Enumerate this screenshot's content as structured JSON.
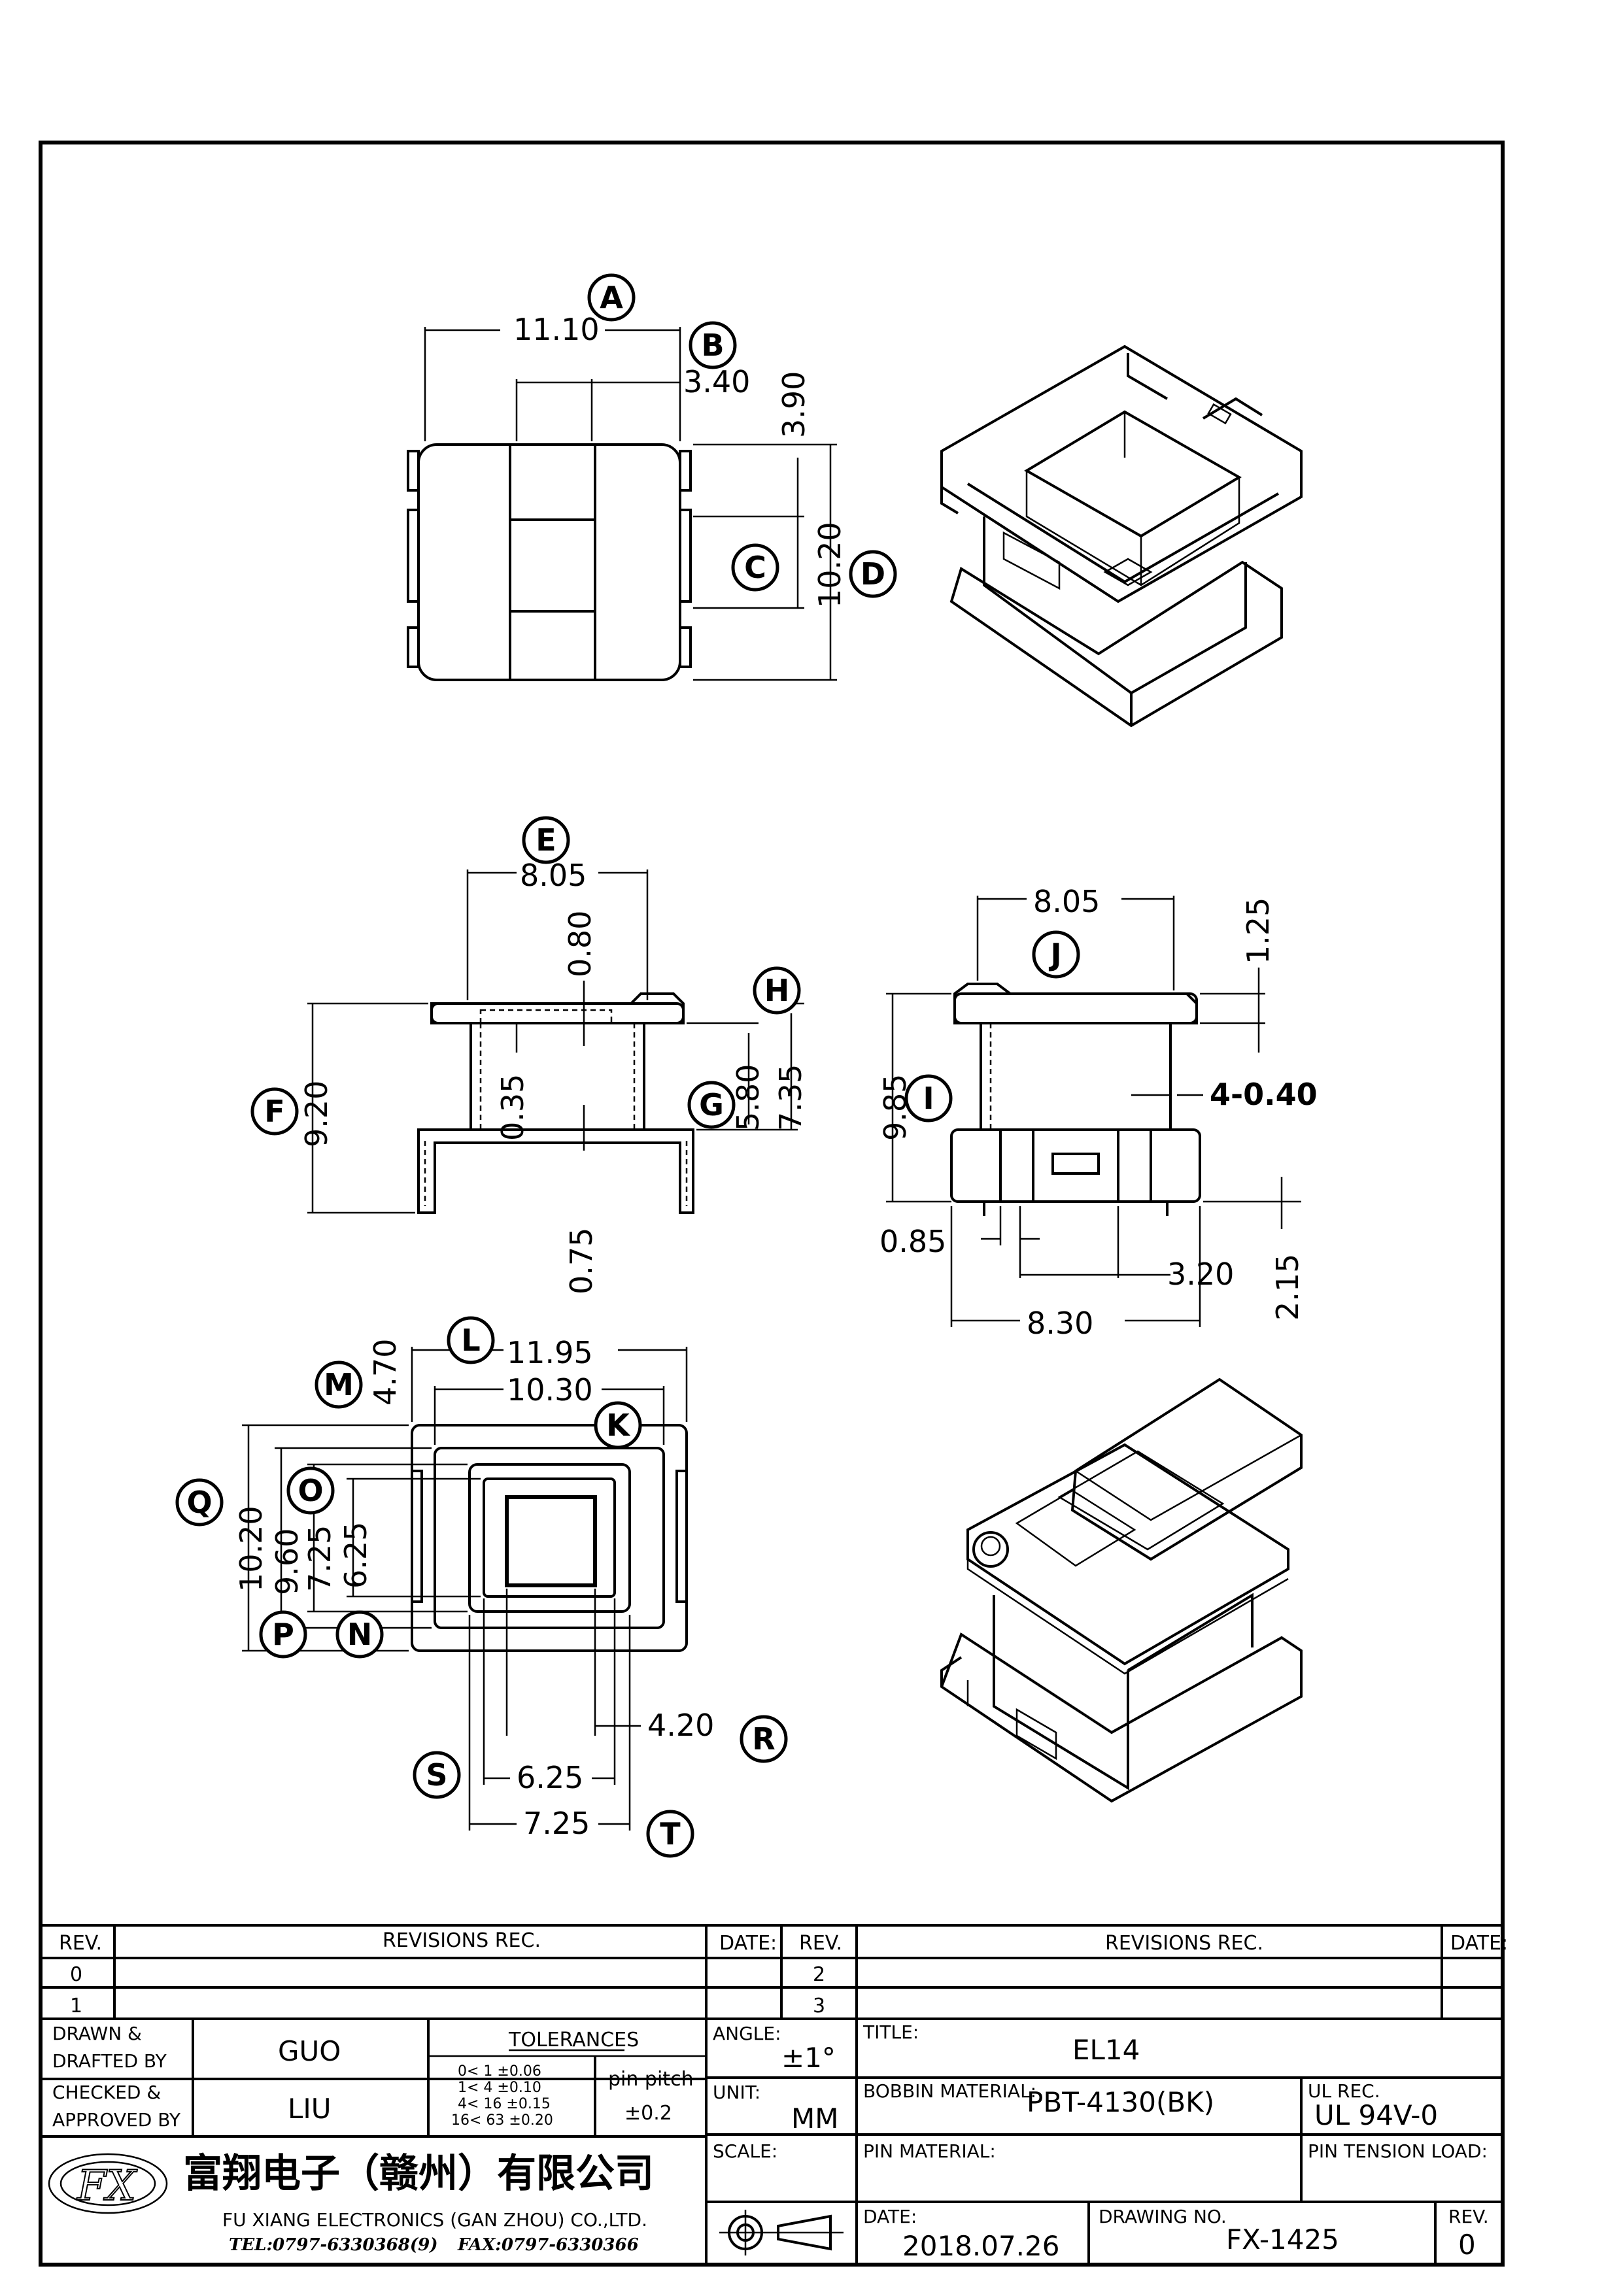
{
  "views": {
    "top": {
      "dims": {
        "A": "11.10",
        "B": "3.40",
        "B2": "3.90",
        "C": "10.20"
      },
      "callouts": {
        "A": "A",
        "B": "B",
        "C": "C",
        "D": "D"
      }
    },
    "front": {
      "dims": {
        "E": "8.05",
        "top_gap": "0.80",
        "inner": "0.35",
        "F": "9.20",
        "G": "5.80",
        "H": "7.35",
        "bottom": "0.75"
      },
      "callouts": {
        "E": "E",
        "F": "F",
        "G": "G",
        "H": "H"
      }
    },
    "side": {
      "dims": {
        "J": "8.05",
        "flange": "1.25",
        "slot": "4-0.40",
        "I": "9.85",
        "pin_w": "0.85",
        "pin_pitch": "3.20",
        "base": "8.30",
        "pin_h": "2.15"
      },
      "callouts": {
        "I": "I",
        "J": "J"
      }
    },
    "bottom": {
      "dims": {
        "L": "11.95",
        "K": "10.30",
        "M": "4.70",
        "Q": "10.20",
        "P": "9.60",
        "O": "7.25",
        "N": "6.25",
        "R": "4.20",
        "S": "6.25",
        "T": "7.25"
      },
      "callouts": {
        "K": "K",
        "L": "L",
        "M": "M",
        "N": "N",
        "O": "O",
        "P": "P",
        "Q": "Q",
        "R": "R",
        "S": "S",
        "T": "T"
      }
    }
  },
  "revision_table": {
    "rev_header": "REV.",
    "revisions_header": "REVISIONS  REC.",
    "date_header": "DATE:",
    "rows_left": [
      "0",
      "1"
    ],
    "rows_right": [
      "2",
      "3"
    ]
  },
  "title_block": {
    "drawn_label": "DRAWN &",
    "drafted_label": "DRAFTED BY",
    "drawn_value": "GUO",
    "checked_label": "CHECKED &",
    "approved_label": "APPROVED BY",
    "checked_value": "LIU",
    "tolerances_label": "TOLERANCES",
    "tolerance_rows": [
      "0<  1   ±0.06",
      "1<  4   ±0.10",
      "4<  16  ±0.15",
      "16<  63  ±0.20"
    ],
    "pin_pitch_label": "pin pitch",
    "pin_pitch_value": "±0.2",
    "angle_label": "ANGLE:",
    "angle_value": "±1°",
    "unit_label": "UNIT:",
    "unit_value": "MM",
    "scale_label": "SCALE:",
    "title_label": "TITLE:",
    "title_value": "EL14",
    "bobbin_material_label": "BOBBIN MATERIAL:",
    "bobbin_material_value": "PBT-4130(BK)",
    "ul_rec_label": "UL REC.",
    "ul_rec_value": "UL 94V-0",
    "pin_material_label": "PIN MATERIAL:",
    "pin_tension_label": "PIN TENSION LOAD:",
    "date_label": "DATE:",
    "date_value": "2018.07.26",
    "drawing_no_label": "DRAWING NO.",
    "drawing_no_value": "FX-1425",
    "rev_label": "REV.",
    "rev_value": "0",
    "company_cn": "富翔电子（赣州）有限公司",
    "company_en": "FU XIANG ELECTRONICS (GAN ZHOU) CO.,LTD.",
    "tel": "TEL:0797-6330368(9)",
    "fax": "FAX:0797-6330366",
    "logo_text": "FX"
  }
}
